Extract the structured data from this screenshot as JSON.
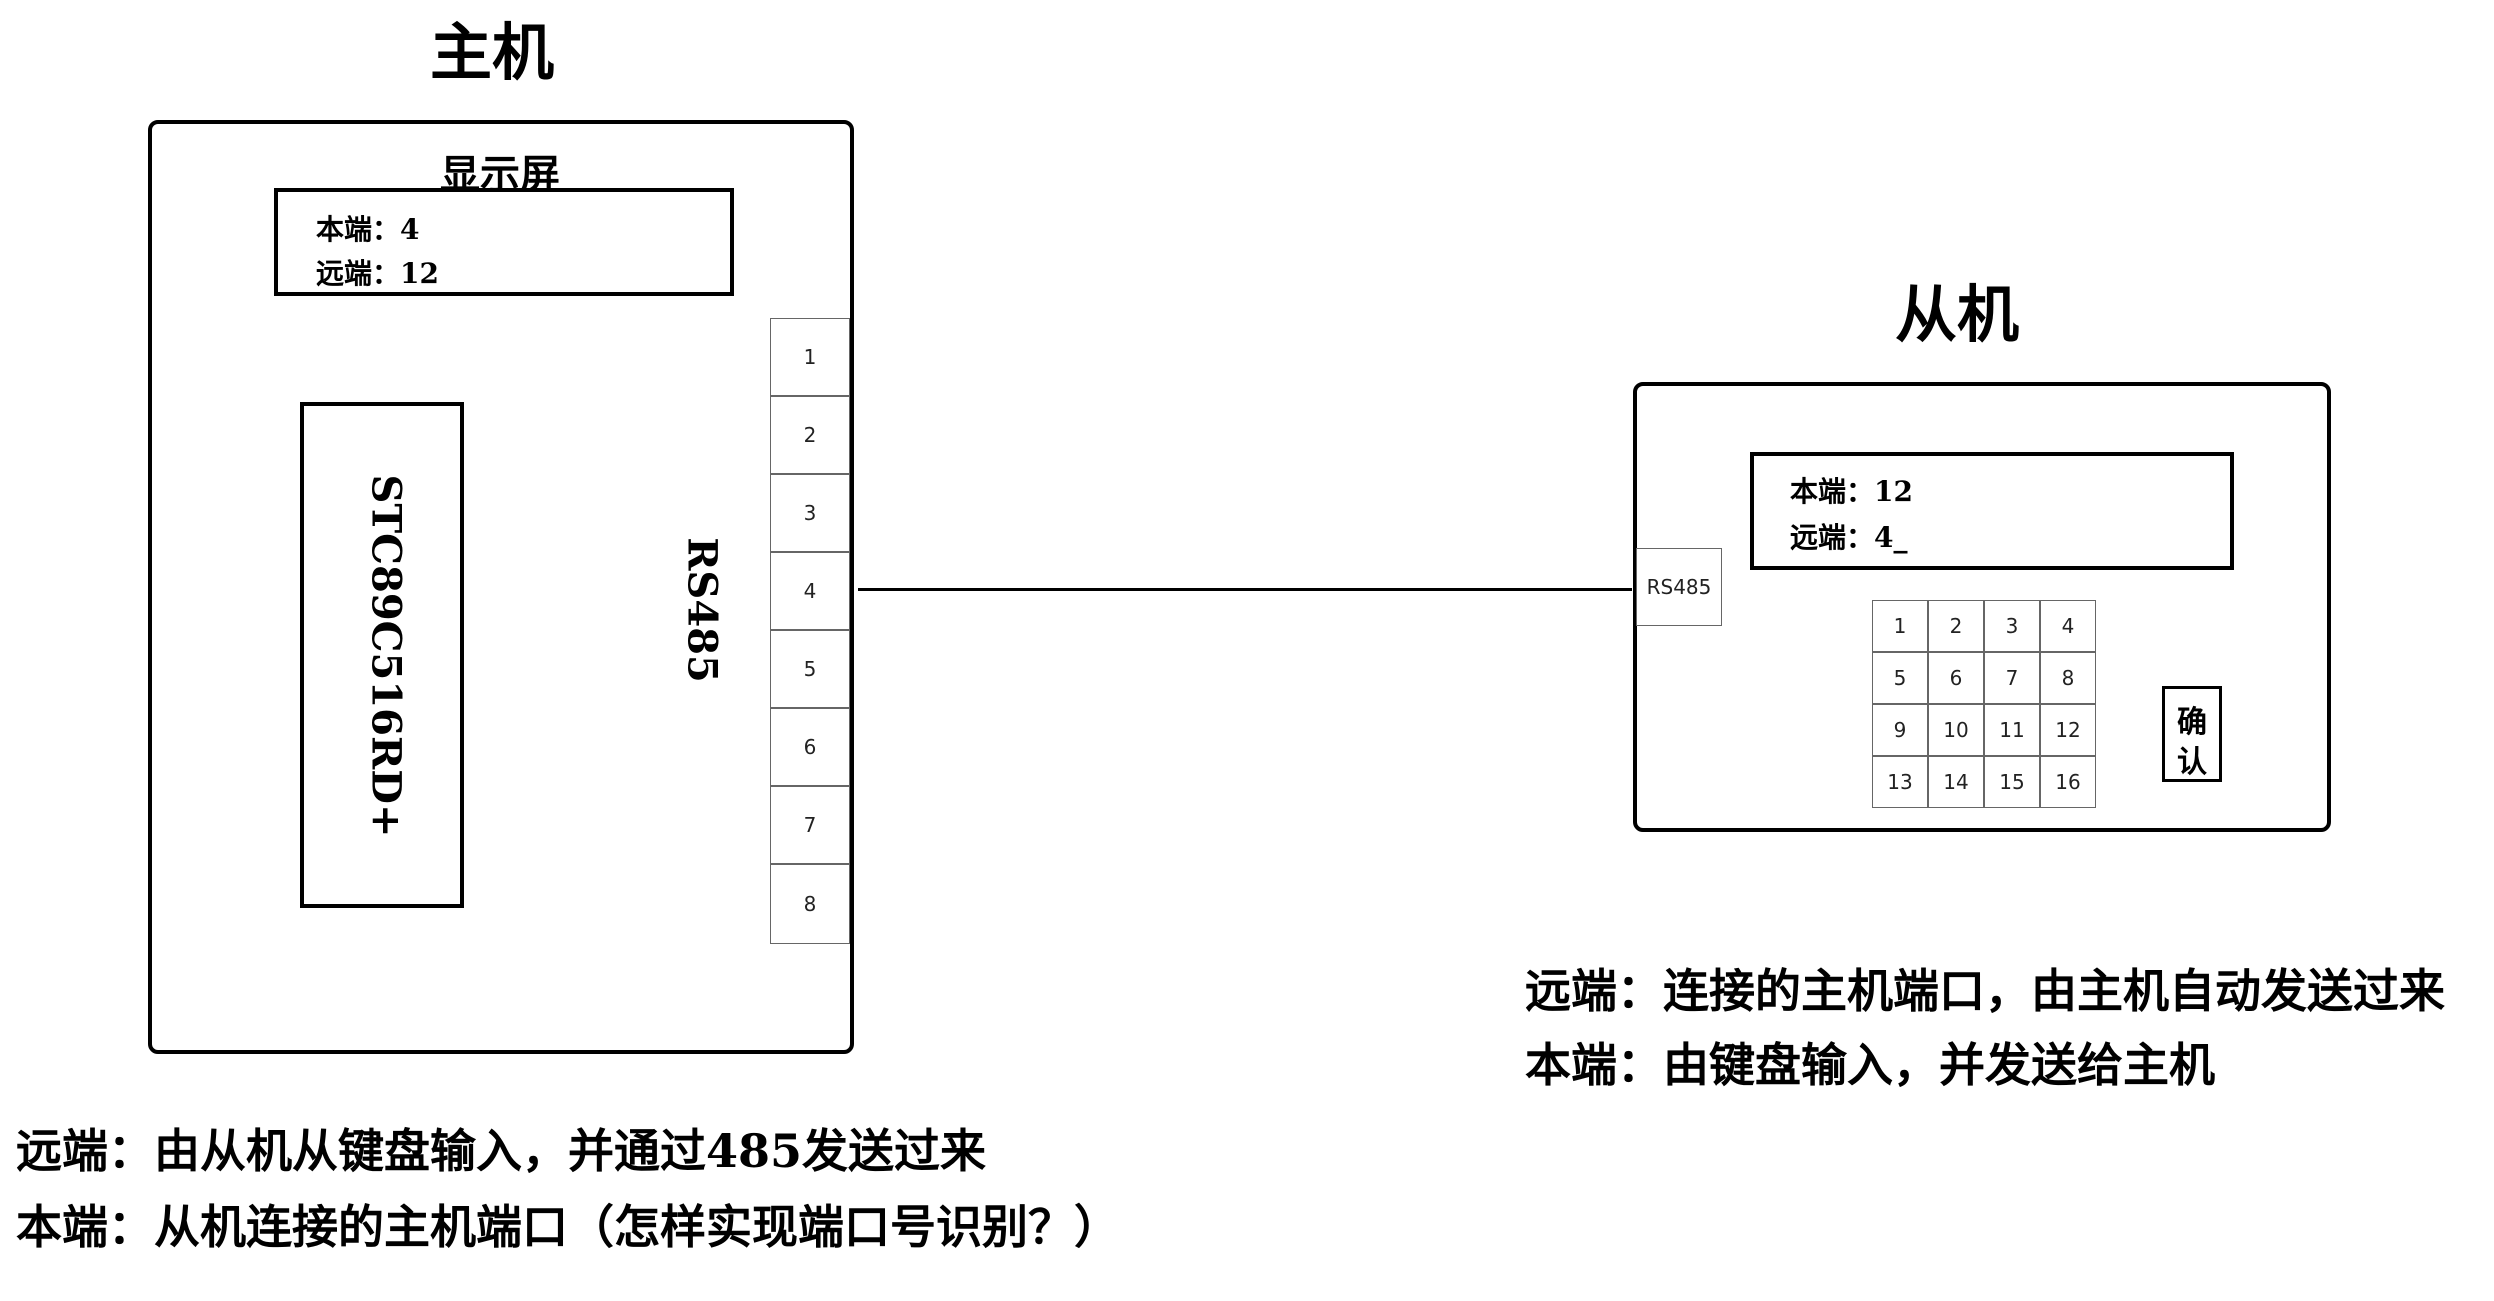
{
  "master": {
    "title": "主机",
    "screen_label": "显示屏",
    "local_line": "本端：4",
    "remote_line": "远端：12",
    "chip_label": "STC89C516RD+",
    "bus_label": "RS485",
    "ports": [
      "1",
      "2",
      "3",
      "4",
      "5",
      "6",
      "7",
      "8"
    ]
  },
  "slave": {
    "title": "从机",
    "local_line": "本端：12",
    "remote_line": "远端：4_",
    "port_label": "RS485",
    "keys": [
      "1",
      "2",
      "3",
      "4",
      "5",
      "6",
      "7",
      "8",
      "9",
      "10",
      "11",
      "12",
      "13",
      "14",
      "15",
      "16"
    ],
    "confirm_chars": [
      "确",
      "认"
    ]
  },
  "notes": {
    "slave_remote": "远端：连接的主机端口，由主机自动发送过来",
    "slave_local": "本端：由键盘输入，并发送给主机",
    "master_remote": "远端：由从机从键盘输入，并通过485发送过来",
    "master_local": "本端：从机连接的主机端口（怎样实现端口号识别？）"
  }
}
